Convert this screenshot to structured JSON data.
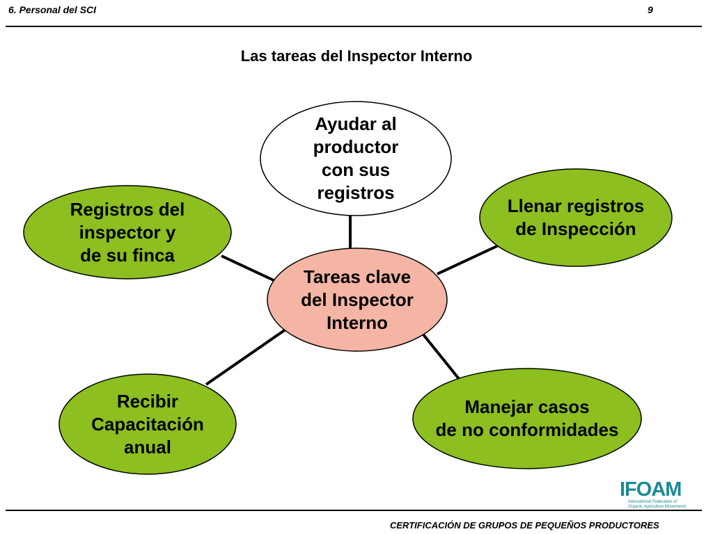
{
  "header": {
    "section": "6. Personal del SCI",
    "page_number": "9"
  },
  "title": "Las tareas del Inspector Interno",
  "diagram": {
    "center": {
      "label": "Tareas clave\ndel Inspector\nInterno"
    },
    "nodes": [
      {
        "id": "ayudar",
        "label": "Ayudar al\nproductor\ncon sus\nregistros"
      },
      {
        "id": "registros",
        "label": "Registros del\ninspector y\nde su finca"
      },
      {
        "id": "llenar",
        "label": "Llenar registros\nde Inspección"
      },
      {
        "id": "recibir",
        "label": "Recibir\nCapacitación\nanual"
      },
      {
        "id": "manejar",
        "label": "Manejar casos\nde no conformidades"
      }
    ]
  },
  "colors": {
    "green_fill": "#8cbf1f",
    "center_fill": "#f4b5a5",
    "white_fill": "#ffffff",
    "stroke": "#000000",
    "logo": "#1a8a94"
  },
  "footer": {
    "text": "CERTIFICACIÓN DE GRUPOS DE PEQUEÑOS PRODUCTORES"
  },
  "logo": {
    "text": "IFOAM",
    "subtext": "International Federation of\nOrganic Agriculture Movements"
  }
}
